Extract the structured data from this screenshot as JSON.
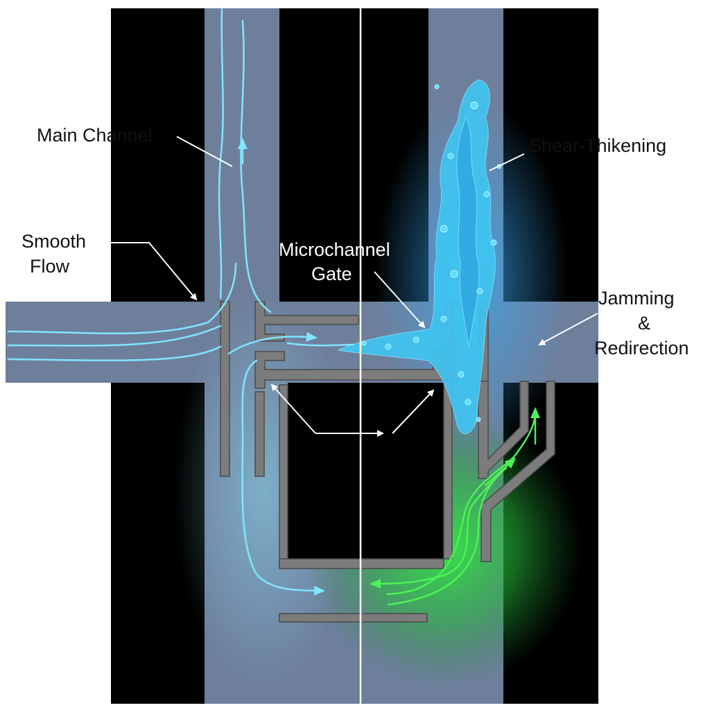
{
  "labels": {
    "main_channel": "Main Channel",
    "smooth_flow_1": "Smooth",
    "smooth_flow_2": "Flow",
    "gate_1": "Microchannel",
    "gate_2": "Gate",
    "shear": "Shear-Thikening",
    "jam_1": "Jamming",
    "jam_2": "&",
    "jam_3": "Redirection"
  },
  "colors": {
    "background": "#000000",
    "channel_fill": "#6e7f9c",
    "wall": "#7c7c7c",
    "smooth_flow": "#7fe6ff",
    "shear_fluid": "#3fc6f2",
    "redirect_flow": "#3fe64a",
    "annotation": "#ffffff"
  }
}
